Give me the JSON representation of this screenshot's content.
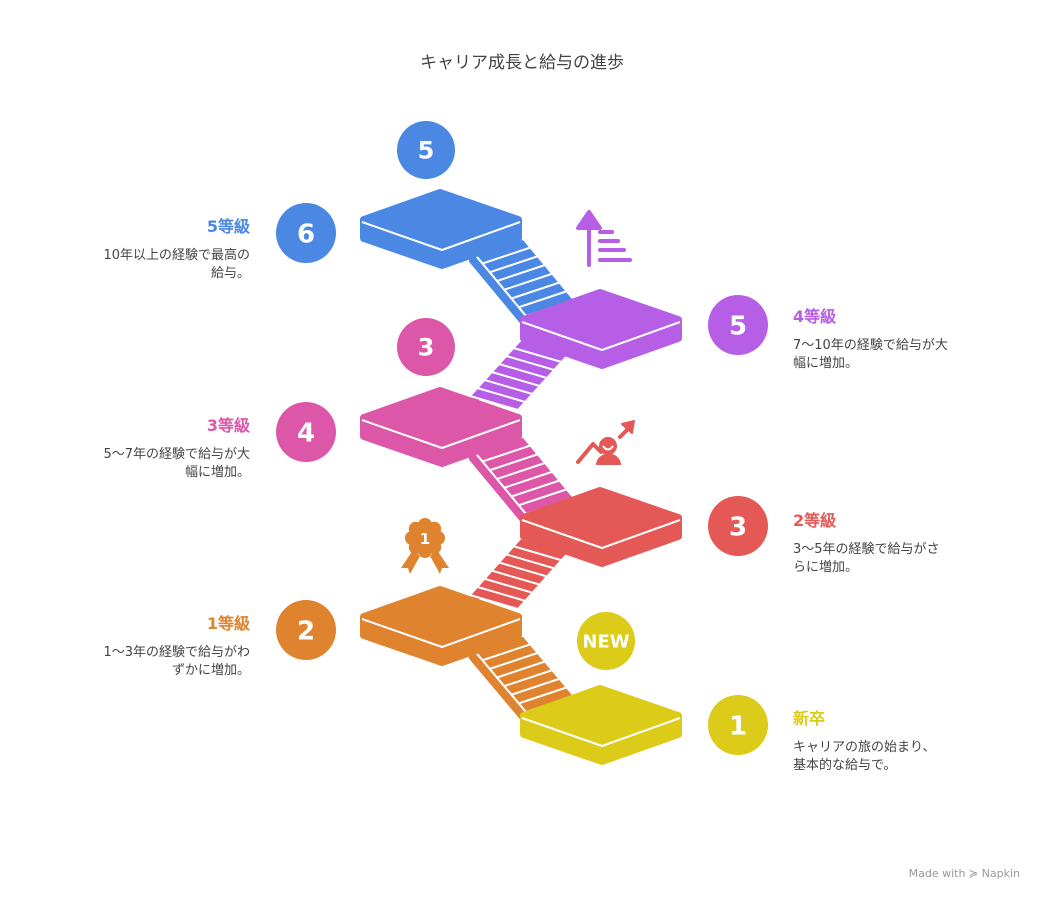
{
  "title": "キャリア成長と給与の進歩",
  "footer": "Made with ≽ Napkin",
  "colors": {
    "blue": "#4a88e4",
    "purple": "#b65ee6",
    "pink": "#dc57a7",
    "red": "#e45855",
    "orange": "#e0832f",
    "yellow": "#dccb18"
  },
  "steps": [
    {
      "num": "1",
      "title": "新卒",
      "desc": [
        "キャリアの旅の始まり、",
        "基本的な給与で。"
      ],
      "color": "#dccb18",
      "side": "right",
      "icon": "NEW"
    },
    {
      "num": "2",
      "title": "1等級",
      "desc": [
        "1〜3年の経験で給与がわ",
        "ずかに増加。"
      ],
      "color": "#e0832f",
      "side": "left",
      "icon": "1"
    },
    {
      "num": "3",
      "title": "2等級",
      "desc": [
        "3〜5年の経験で給与がさ",
        "らに増加。"
      ],
      "color": "#e45855",
      "side": "right",
      "icon": "growth"
    },
    {
      "num": "4",
      "title": "3等級",
      "desc": [
        "5〜7年の経験で給与が大",
        "幅に増加。"
      ],
      "color": "#dc57a7",
      "side": "left",
      "icon": "3"
    },
    {
      "num": "5",
      "title": "4等級",
      "desc": [
        "7〜10年の経験で給与が大",
        "幅に増加。"
      ],
      "color": "#b65ee6",
      "side": "right",
      "icon": "up-list"
    },
    {
      "num": "6",
      "title": "5等級",
      "desc": [
        "10年以上の経験で最高の",
        "給与。"
      ],
      "color": "#4a88e4",
      "side": "left",
      "icon": "5"
    }
  ]
}
